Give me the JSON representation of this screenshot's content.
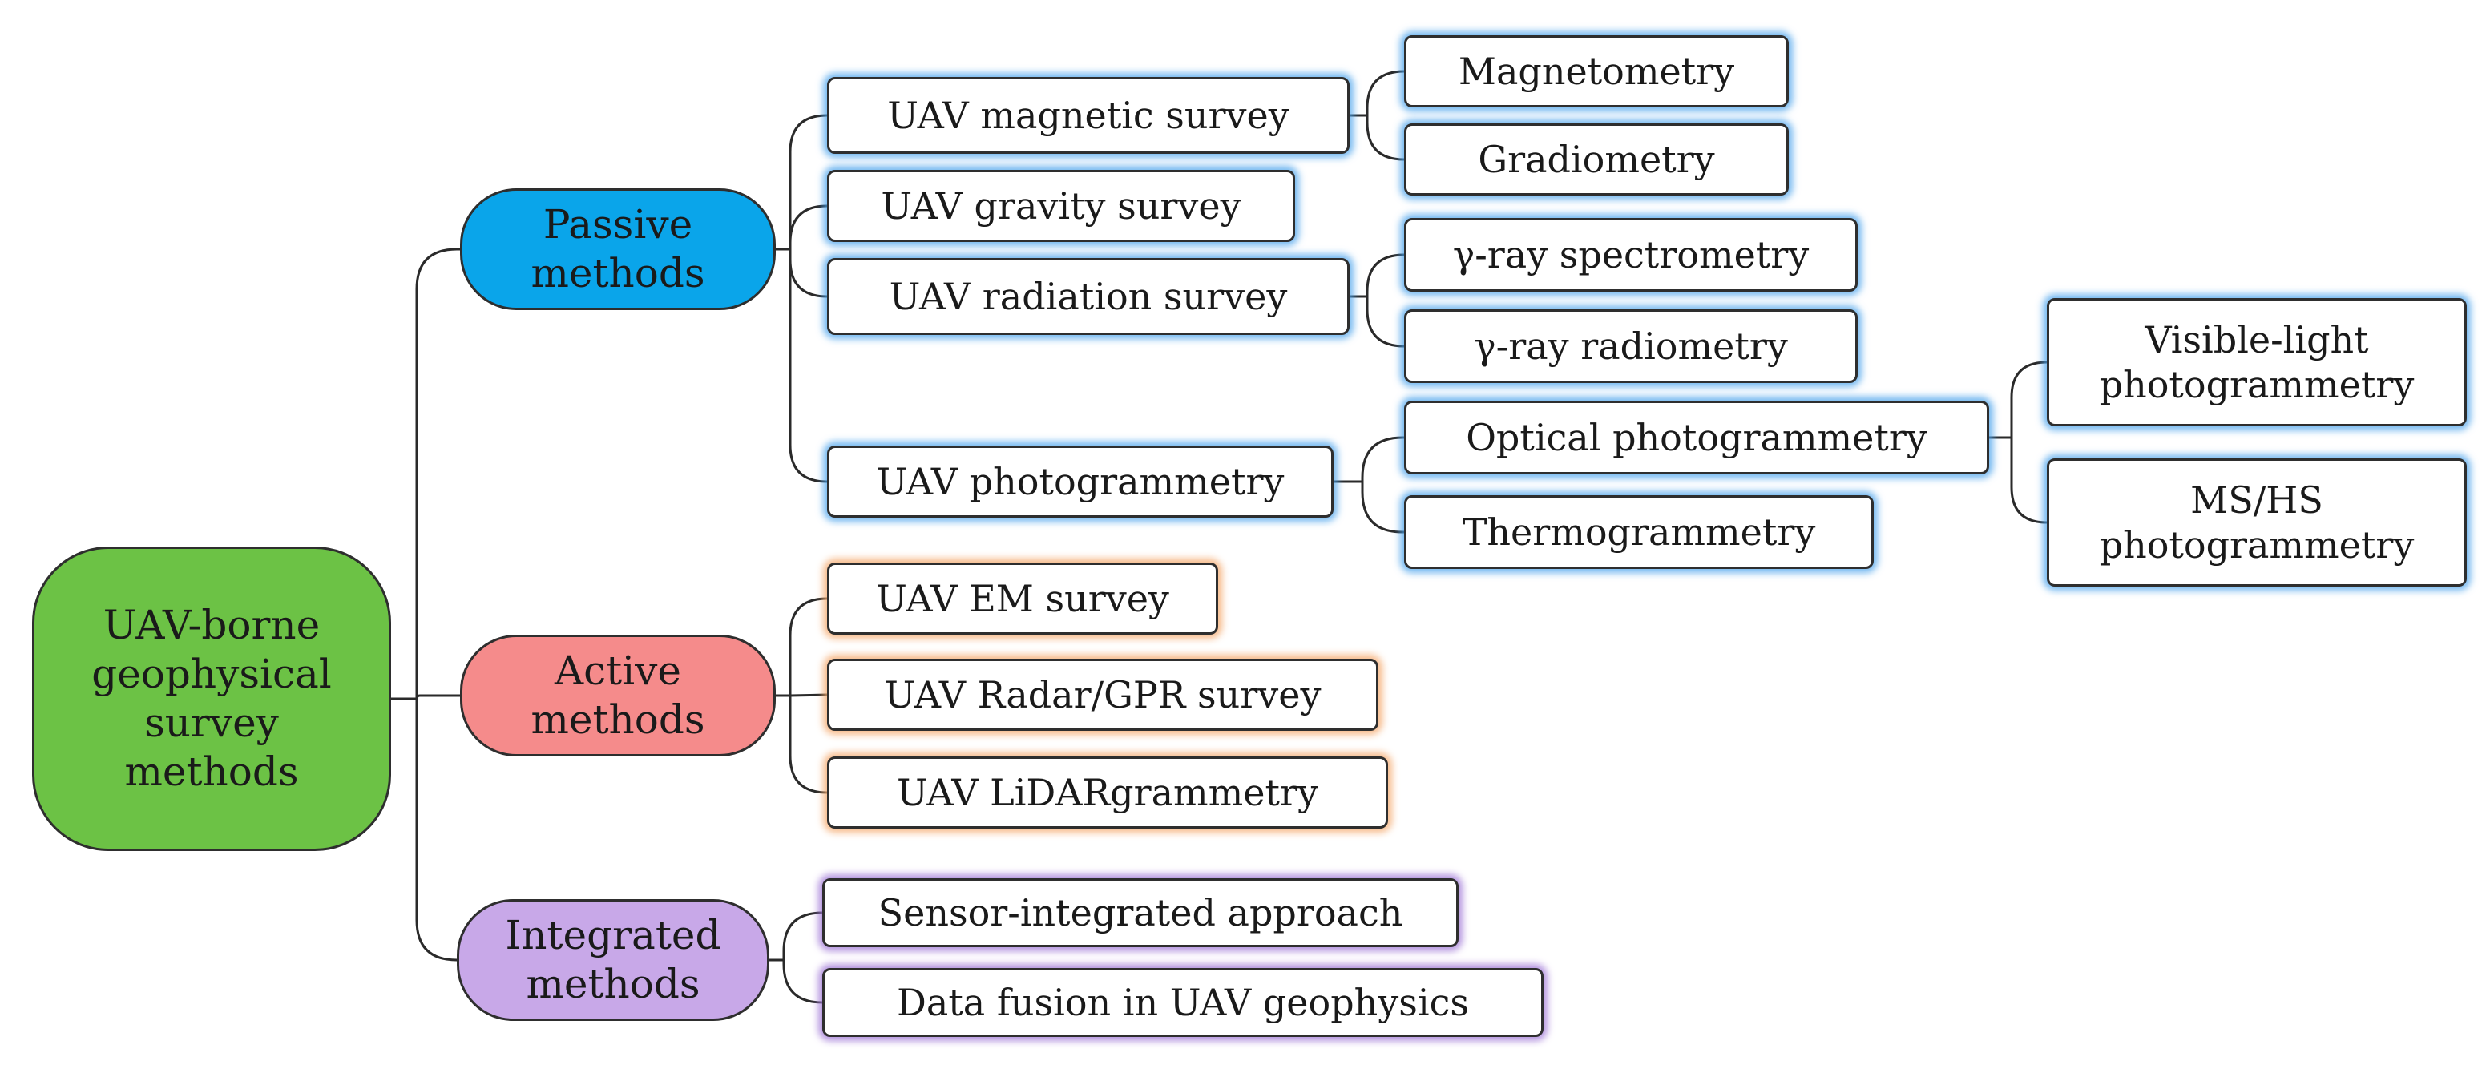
{
  "diagram": {
    "root": {
      "label": "UAV-borne\ngeophysical\nsurvey\nmethods"
    },
    "categories": [
      {
        "label": "Passive\nmethods",
        "color": "#0aa5ea",
        "methods": [
          {
            "label": "UAV magnetic survey",
            "subs": [
              {
                "label": "Magnetometry"
              },
              {
                "label": "Gradiometry"
              }
            ]
          },
          {
            "label": "UAV gravity survey",
            "subs": []
          },
          {
            "label": "UAV radiation survey",
            "subs": [
              {
                "label": "γ-ray spectrometry"
              },
              {
                "label": "γ-ray radiometry"
              }
            ]
          },
          {
            "label": "UAV photogrammetry",
            "subs": [
              {
                "label": "Optical photogrammetry",
                "subs": [
                  {
                    "label": "Visible-light\nphotogrammetry"
                  },
                  {
                    "label": "MS/HS\nphotogrammetry"
                  }
                ]
              },
              {
                "label": "Thermogrammetry"
              }
            ]
          }
        ]
      },
      {
        "label": "Active\nmethods",
        "color": "#f58b8b",
        "methods": [
          {
            "label": "UAV EM survey"
          },
          {
            "label": "UAV Radar/GPR survey"
          },
          {
            "label": "UAV LiDARgrammetry"
          }
        ]
      },
      {
        "label": "Integrated\nmethods",
        "color": "#c8a8e8",
        "methods": [
          {
            "label": "Sensor-integrated approach"
          },
          {
            "label": "Data fusion in UAV geophysics"
          }
        ]
      }
    ]
  }
}
